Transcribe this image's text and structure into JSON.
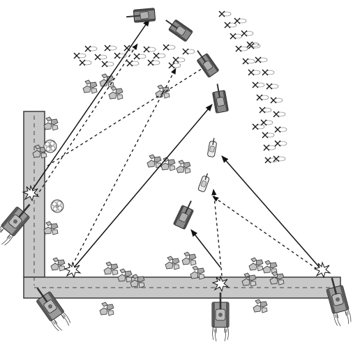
{
  "figure": {
    "type": "tactical-schematic",
    "palette": {
      "road_fill": "#c8c8c8",
      "road_edge": "#3a3a3a",
      "vehicle_body": "#9a9a9a",
      "vehicle_dark": "#4a4a4a",
      "enemy_scout": "#e6e6e6",
      "rubble": "#b8b8b8",
      "wire": "#111111",
      "arrow": "#111111",
      "flash": "#ffffff",
      "background": "#ffffff"
    },
    "icons": {
      "own_vehicle": "tank-icon",
      "enemy_vehicle": "tank-icon",
      "enemy_scout": "armored-car-icon",
      "rubble": "rubble-icon",
      "tree": "tree-icon",
      "wire_obstacle": "barbed-wire-icon",
      "muzzle_flash": "muzzle-flash-icon"
    },
    "elements": {
      "roads": 2,
      "own_vehicles": 4,
      "enemy_tanks": 5,
      "enemy_scouts": 2,
      "fire_lines_solid": 4,
      "fire_lines_dashed": 5,
      "wire_belts": 2
    }
  }
}
